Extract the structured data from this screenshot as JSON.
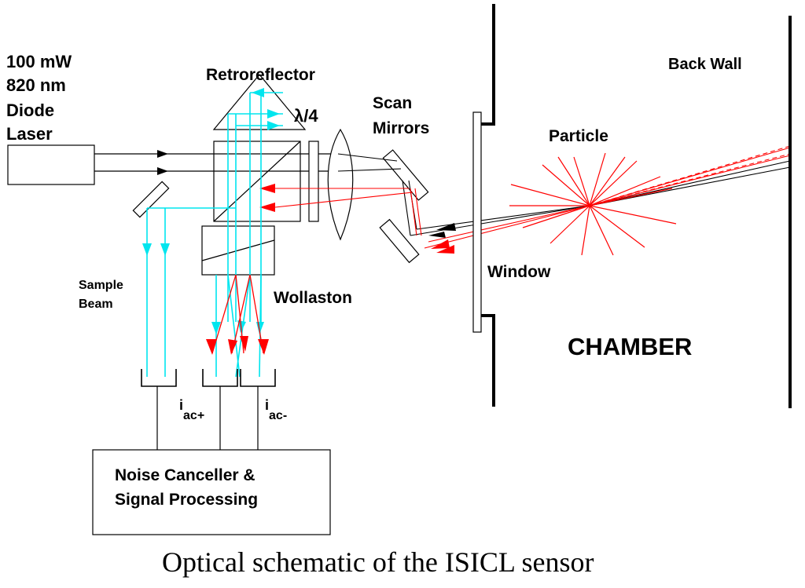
{
  "labels": {
    "laser": [
      "100 mW",
      "820 nm",
      "Diode",
      "Laser"
    ],
    "retroreflector": "Retroreflector",
    "quarter_wave": "λ/4",
    "scan_mirrors": [
      "Scan",
      "Mirrors"
    ],
    "particle": "Particle",
    "back_wall": "Back Wall",
    "window": "Window",
    "chamber": "CHAMBER",
    "wollaston": "Wollaston",
    "sample_beam": [
      "Sample",
      "Beam"
    ],
    "i_ac_plus": {
      "base": "i",
      "sub": "ac+"
    },
    "i_ac_minus": {
      "base": "i",
      "sub": "ac-"
    },
    "processor": [
      "Noise Canceller &",
      "Signal Processing"
    ],
    "caption": "Optical schematic of the ISICL sensor"
  },
  "colors": {
    "cyan_beam": "#00e5ee",
    "red_beam": "#ff0000",
    "black": "#000000"
  }
}
